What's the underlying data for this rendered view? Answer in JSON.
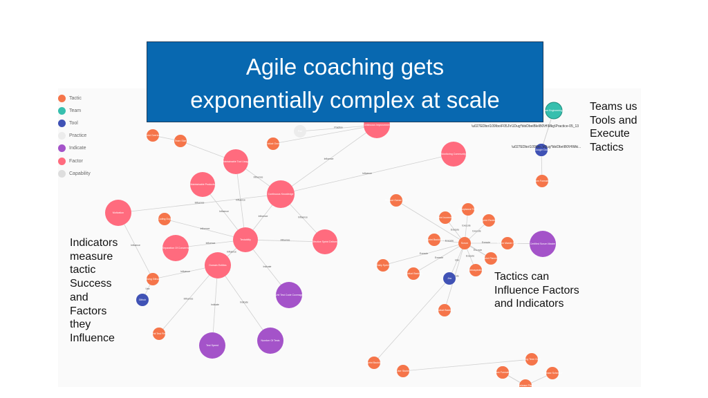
{
  "title": {
    "line1": "Agile coaching gets",
    "line2": "exponentially complex at scale"
  },
  "legend": [
    {
      "label": "Tactic",
      "color": "#f5754a"
    },
    {
      "label": "Team",
      "color": "#36bfae"
    },
    {
      "label": "Tool",
      "color": "#4052b5"
    },
    {
      "label": "Practice",
      "color": "#ececec"
    },
    {
      "label": "Indicate",
      "color": "#a453c9"
    },
    {
      "label": "Factor",
      "color": "#ff6b7e"
    },
    {
      "label": "Capability",
      "color": "#dedede"
    }
  ],
  "annotations": {
    "indicators": [
      "Indicators",
      "measure",
      "tactic",
      "Success",
      "and",
      "Factors",
      "they",
      "Influence"
    ],
    "tactics": [
      "Tactics can",
      "Influence Factors",
      "and Indicators"
    ],
    "teams": [
      "Teams us",
      "Tools and",
      "Execute",
      "Tactics"
    ]
  },
  "path_texts": [
    "\\u027EDbo\\109\\bo\\F05J\\r\\1Dug*bbiDbeiBle\\B0\\H\\Mkg\\Practice-05_13",
    "\\u027EDbo\\109\\bo..\\rDug*bbiDbe\\B0\\H\\Mki..."
  ],
  "graph": {
    "nodes": [
      {
        "id": "factor-continuous-improvement",
        "type": "Factor",
        "label": "Continuous Improvement"
      },
      {
        "id": "factor-monitoring-community",
        "type": "Factor",
        "label": "Monitoring Community"
      },
      {
        "id": "factor-continuous-knowledge",
        "type": "Factor",
        "label": "Continuous Knowledge"
      },
      {
        "id": "factor-maintainable-products",
        "type": "Factor",
        "label": "Maintainable Products"
      },
      {
        "id": "factor-maintainable-tool-usage",
        "type": "Factor",
        "label": "Maintainable Tool Usage"
      },
      {
        "id": "factor-motivation",
        "type": "Factor",
        "label": "Motivation"
      },
      {
        "id": "factor-testability",
        "type": "Factor",
        "label": "Testability"
      },
      {
        "id": "factor-effective-sprint-delivery",
        "type": "Factor",
        "label": "Effective Sprint Delivery"
      },
      {
        "id": "factor-separation-of-concerns",
        "type": "Factor",
        "label": "Separation Of Concerns"
      },
      {
        "id": "factor-domain-entities",
        "type": "Factor",
        "label": "Domain Entities"
      },
      {
        "id": "indicate-unit-test-code-coverage",
        "type": "Indicate",
        "label": "Unit Test Code Coverage"
      },
      {
        "id": "indicate-number-of-tests",
        "type": "Indicate",
        "label": "Number Of Tests"
      },
      {
        "id": "indicate-test-speed",
        "type": "Indicate",
        "label": "Test Speed"
      },
      {
        "id": "indicate-certified-scrum-master",
        "type": "Indicate",
        "label": "Certified Scrum Master"
      },
      {
        "id": "tool-ci-tool",
        "type": "Tool",
        "label": "CI Tool"
      },
      {
        "id": "tool-github",
        "type": "Tool",
        "label": "Github"
      },
      {
        "id": "tool-jira",
        "type": "Tool",
        "label": "Jira"
      },
      {
        "id": "tool-google-doc",
        "type": "Tool",
        "label": "Google Doc"
      },
      {
        "id": "team-software-engineering",
        "type": "Team",
        "label": "Software Engineering Team"
      },
      {
        "id": "practice-pair",
        "type": "Practice",
        "label": "Pair"
      },
      {
        "id": "tactic-sprint-overload",
        "type": "Tactic",
        "label": "Sprint Overload"
      },
      {
        "id": "tactic-team-size",
        "type": "Tactic",
        "label": "Team Size"
      },
      {
        "id": "tactic-product-owner",
        "type": "Tactic",
        "label": "Product Owner"
      },
      {
        "id": "tactic-coding-dojo",
        "type": "Tactic",
        "label": "Coding Dojo"
      },
      {
        "id": "tactic-using-github",
        "type": "Tactic",
        "label": "Using Github"
      },
      {
        "id": "tactic-unit-test-first",
        "type": "Tactic",
        "label": "Unit Test First"
      },
      {
        "id": "tactic-team-formation",
        "type": "Tactic",
        "label": "Team Formation"
      },
      {
        "id": "tactic-product-owner-role",
        "type": "Tactic",
        "label": "Product Owner Role"
      },
      {
        "id": "tactic-sprint-increment",
        "type": "Tactic",
        "label": "Sprint Increment"
      },
      {
        "id": "tactic-acceptance-tests",
        "type": "Tactic",
        "label": "Acceptance Tests"
      },
      {
        "id": "tactic-sprint-review",
        "type": "Tactic",
        "label": "Sprint Review"
      },
      {
        "id": "tactic-sprint-backlog",
        "type": "Tactic",
        "label": "Sprint Backlog"
      },
      {
        "id": "tactic-scrum",
        "type": "Tactic",
        "label": "Scrum"
      },
      {
        "id": "tactic-scrum-master-role",
        "type": "Tactic",
        "label": "Scrum Master Role"
      },
      {
        "id": "tactic-sprint-planning",
        "type": "Tactic",
        "label": "Sprint Planning"
      },
      {
        "id": "tactic-daily-sprint",
        "type": "Tactic",
        "label": "Daily Sprint"
      },
      {
        "id": "tactic-product-backlog",
        "type": "Tactic",
        "label": "Product Backlog"
      },
      {
        "id": "tactic-retrospective",
        "type": "Tactic",
        "label": "Retrospective"
      },
      {
        "id": "tactic-product-backlog-2",
        "type": "Tactic",
        "label": "Product Backlog"
      },
      {
        "id": "tactic-sprint-backlog-2",
        "type": "Tactic",
        "label": "Sprint Backlog"
      },
      {
        "id": "tactic-user-stories",
        "type": "Tactic",
        "label": "User Stories"
      },
      {
        "id": "tactic-long-term-goal",
        "type": "Tactic",
        "label": "Long Term Goal"
      },
      {
        "id": "tactic-planned-release",
        "type": "Tactic",
        "label": "Planned Release"
      },
      {
        "id": "tactic-release-schedule",
        "type": "Tactic",
        "label": "Release Schedule"
      },
      {
        "id": "tactic-release-plan",
        "type": "Tactic",
        "label": "Release Plan"
      },
      {
        "id": "tactic-team-formation-2",
        "type": "Tactic",
        "label": "Team Formation"
      }
    ],
    "edges": [
      {
        "from": "factor-maintainable-tool-usage",
        "to": "factor-continuous-knowledge",
        "label": "Influence"
      },
      {
        "from": "factor-continuous-knowledge",
        "to": "factor-continuous-improvement",
        "label": "Influence"
      },
      {
        "from": "factor-continuous-knowledge",
        "to": "factor-monitoring-community",
        "label": "Influence"
      },
      {
        "from": "factor-motivation",
        "to": "factor-continuous-knowledge",
        "label": "Influence"
      },
      {
        "from": "factor-continuous-knowledge",
        "to": "factor-effective-sprint-delivery",
        "label": "Influence"
      },
      {
        "from": "factor-continuous-knowledge",
        "to": "factor-testability",
        "label": "Influence"
      },
      {
        "from": "factor-maintainable-tool-usage",
        "to": "factor-testability",
        "label": "Influence"
      },
      {
        "from": "factor-maintainable-products",
        "to": "factor-testability",
        "label": "Influence"
      },
      {
        "from": "factor-testability",
        "to": "factor-effective-sprint-delivery",
        "label": "Influence"
      },
      {
        "from": "factor-separation-of-concerns",
        "to": "factor-testability",
        "label": "Influence"
      },
      {
        "from": "factor-testability",
        "to": "factor-domain-entities",
        "label": "Influence"
      },
      {
        "from": "factor-testability",
        "to": "indicate-unit-test-code-coverage",
        "label": "Indicate"
      },
      {
        "from": "factor-domain-entities",
        "to": "indicate-number-of-tests",
        "label": "Indicate"
      },
      {
        "from": "factor-domain-entities",
        "to": "indicate-test-speed",
        "label": "Indicate"
      },
      {
        "from": "tactic-coding-dojo",
        "to": "factor-testability",
        "label": "Influence"
      },
      {
        "from": "factor-motivation",
        "to": "tactic-using-github",
        "label": "Influence"
      },
      {
        "from": "tactic-using-github",
        "to": "factor-domain-entities",
        "label": "Influence"
      },
      {
        "from": "tactic-using-github",
        "to": "tool-github",
        "label": "Use"
      },
      {
        "from": "tactic-unit-test-first",
        "to": "factor-domain-entities",
        "label": "Influence"
      },
      {
        "from": "tactic-team-size",
        "to": "tactic-sprint-overload",
        "label": ""
      },
      {
        "from": "tactic-team-size",
        "to": "factor-maintainable-tool-usage",
        "label": ""
      },
      {
        "from": "tactic-product-owner",
        "to": "factor-continuous-improvement",
        "label": ""
      },
      {
        "from": "practice-pair",
        "to": "factor-continuous-improvement",
        "label": "Practice"
      },
      {
        "from": "tactic-scrum",
        "to": "tactic-sprint-planning",
        "label": "Execute"
      },
      {
        "from": "tactic-scrum",
        "to": "tactic-sprint-review",
        "label": "Execute"
      },
      {
        "from": "tactic-scrum",
        "to": "tactic-sprint-backlog",
        "label": "Execute"
      },
      {
        "from": "tactic-scrum",
        "to": "tactic-acceptance-tests",
        "label": "Execute"
      },
      {
        "from": "tactic-scrum",
        "to": "tactic-scrum-master-role",
        "label": "Execute"
      },
      {
        "from": "tactic-scrum",
        "to": "tactic-sprint-increment",
        "label": "Execute"
      },
      {
        "from": "tactic-scrum",
        "to": "tactic-daily-sprint",
        "label": "Execute"
      },
      {
        "from": "tactic-scrum",
        "to": "tactic-product-backlog",
        "label": "Execute"
      },
      {
        "from": "tactic-scrum",
        "to": "tactic-retrospective",
        "label": "Execute"
      },
      {
        "from": "tactic-scrum",
        "to": "tactic-product-backlog-2",
        "label": "Execute"
      },
      {
        "from": "tactic-scrum",
        "to": "tool-jira",
        "label": "Use"
      },
      {
        "from": "tactic-product-owner-role",
        "to": "tactic-sprint-planning",
        "label": ""
      },
      {
        "from": "tactic-scrum-master-role",
        "to": "indicate-certified-scrum-master",
        "label": ""
      },
      {
        "from": "tool-jira",
        "to": "tactic-sprint-backlog-2",
        "label": ""
      },
      {
        "from": "team-software-engineering",
        "to": "tool-google-doc",
        "label": ""
      },
      {
        "from": "team-software-engineering",
        "to": "tool-ci-tool",
        "label": ""
      },
      {
        "from": "tool-google-doc",
        "to": "tactic-team-formation",
        "label": ""
      },
      {
        "from": "tactic-user-stories",
        "to": "tactic-long-term-goal",
        "label": ""
      },
      {
        "from": "tactic-planned-release",
        "to": "tactic-release-plan",
        "label": ""
      },
      {
        "from": "tactic-release-schedule",
        "to": "tactic-release-plan",
        "label": ""
      },
      {
        "from": "tactic-team-formation-2",
        "to": "tactic-release-plan",
        "label": ""
      }
    ]
  }
}
